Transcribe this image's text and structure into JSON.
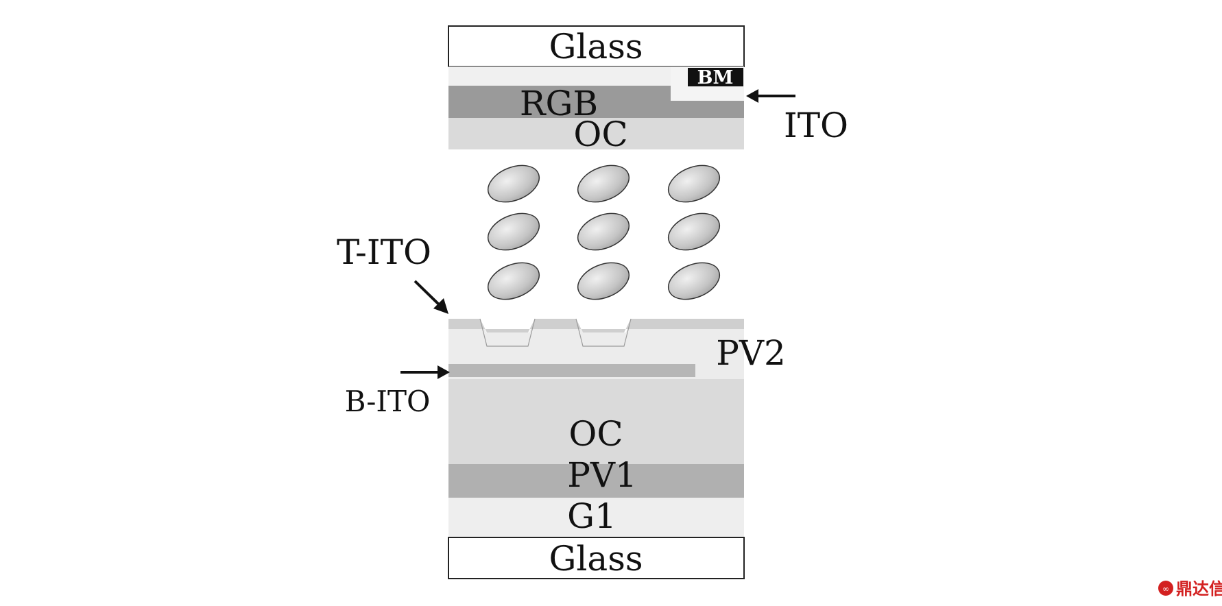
{
  "layers": {
    "top_glass": "Glass",
    "bm": "BM",
    "rgb": "RGB",
    "top_oc": "OC",
    "pv2": "PV2",
    "bottom_oc": "OC",
    "pv1": "PV1",
    "g1": "G1",
    "bottom_glass": "Glass"
  },
  "callouts": {
    "ito": "ITO",
    "t_ito": "T-ITO",
    "b_ito": "B-ITO"
  },
  "watermark": "鼎达信",
  "colors": {
    "glass": "#ffffff",
    "rgb": "#9a9a9a",
    "oc": "#dadada",
    "pv2": "#ececec",
    "pv1": "#b0b0b0",
    "g1": "#eeeeee",
    "ito_thin": "#c4c4c4",
    "bm": "#111111",
    "lc_molecule": "#c8c8c8",
    "watermark": "#d32020"
  }
}
